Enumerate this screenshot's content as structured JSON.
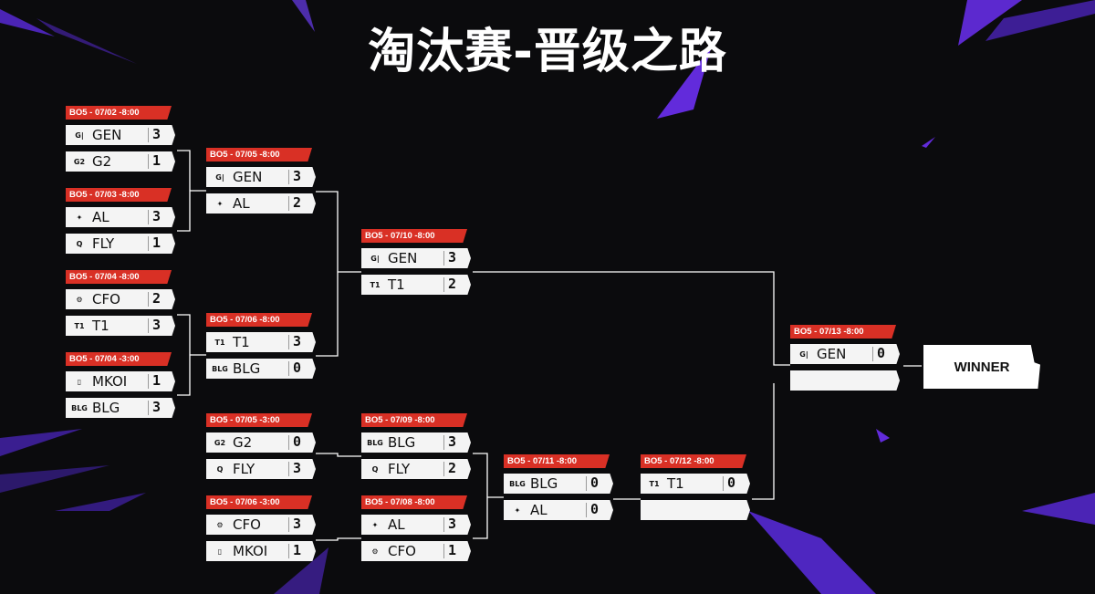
{
  "title": "淘汰赛-晋级之路",
  "winner_label": "WINNER",
  "colors": {
    "accent": "#d93025",
    "background": "#0b0b0d",
    "streak": "#5b2be0"
  },
  "matches": [
    {
      "id": "r1m1",
      "label": "BO5 - 07/02 -8:00",
      "teams": [
        {
          "name": "GEN",
          "score": "3",
          "logo": "gen-logo-icon"
        },
        {
          "name": "G2",
          "score": "1",
          "logo": "g2-logo-icon"
        }
      ]
    },
    {
      "id": "r1m2",
      "label": "BO5 - 07/03 -8:00",
      "teams": [
        {
          "name": "AL",
          "score": "3",
          "logo": "al-logo-icon"
        },
        {
          "name": "FLY",
          "score": "1",
          "logo": "fly-logo-icon"
        }
      ]
    },
    {
      "id": "r1m3",
      "label": "BO5 - 07/04 -8:00",
      "teams": [
        {
          "name": "CFO",
          "score": "2",
          "logo": "cfo-logo-icon"
        },
        {
          "name": "T1",
          "score": "3",
          "logo": "t1-logo-icon"
        }
      ]
    },
    {
      "id": "r1m4",
      "label": "BO5 - 07/04 -3:00",
      "teams": [
        {
          "name": "MKOI",
          "score": "1",
          "logo": "mkoi-logo-icon"
        },
        {
          "name": "BLG",
          "score": "3",
          "logo": "blg-logo-icon"
        }
      ]
    },
    {
      "id": "r2m1",
      "label": "BO5 - 07/05 -8:00",
      "teams": [
        {
          "name": "GEN",
          "score": "3",
          "logo": "gen-logo-icon"
        },
        {
          "name": "AL",
          "score": "2",
          "logo": "al-logo-icon"
        }
      ]
    },
    {
      "id": "r2m2",
      "label": "BO5 - 07/06 -8:00",
      "teams": [
        {
          "name": "T1",
          "score": "3",
          "logo": "t1-logo-icon"
        },
        {
          "name": "BLG",
          "score": "0",
          "logo": "blg-logo-icon"
        }
      ]
    },
    {
      "id": "r3m1",
      "label": "BO5 - 07/10 -8:00",
      "teams": [
        {
          "name": "GEN",
          "score": "3",
          "logo": "gen-logo-icon"
        },
        {
          "name": "T1",
          "score": "2",
          "logo": "t1-logo-icon"
        }
      ]
    },
    {
      "id": "lb1m1",
      "label": "BO5 - 07/05 -3:00",
      "teams": [
        {
          "name": "G2",
          "score": "0",
          "logo": "g2-logo-icon"
        },
        {
          "name": "FLY",
          "score": "3",
          "logo": "fly-logo-icon"
        }
      ]
    },
    {
      "id": "lb1m2",
      "label": "BO5 - 07/06 -3:00",
      "teams": [
        {
          "name": "CFO",
          "score": "3",
          "logo": "cfo-logo-icon"
        },
        {
          "name": "MKOI",
          "score": "1",
          "logo": "mkoi-logo-icon"
        }
      ]
    },
    {
      "id": "lb2m1",
      "label": "BO5 - 07/09 -8:00",
      "teams": [
        {
          "name": "BLG",
          "score": "3",
          "logo": "blg-logo-icon"
        },
        {
          "name": "FLY",
          "score": "2",
          "logo": "fly-logo-icon"
        }
      ]
    },
    {
      "id": "lb2m2",
      "label": "BO5 - 07/08 -8:00",
      "teams": [
        {
          "name": "AL",
          "score": "3",
          "logo": "al-logo-icon"
        },
        {
          "name": "CFO",
          "score": "1",
          "logo": "cfo-logo-icon"
        }
      ]
    },
    {
      "id": "lb3m1",
      "label": "BO5 - 07/11 -8:00",
      "teams": [
        {
          "name": "BLG",
          "score": "0",
          "logo": "blg-logo-icon"
        },
        {
          "name": "AL",
          "score": "0",
          "logo": "al-logo-icon"
        }
      ]
    },
    {
      "id": "lb4m1",
      "label": "BO5 - 07/12 -8:00",
      "teams": [
        {
          "name": "T1",
          "score": "0",
          "logo": "t1-logo-icon"
        },
        {
          "name": "",
          "score": "",
          "logo": ""
        }
      ]
    },
    {
      "id": "final",
      "label": "BO5 - 07/13 -8:00",
      "teams": [
        {
          "name": "GEN",
          "score": "0",
          "logo": "gen-logo-icon"
        },
        {
          "name": "",
          "score": "",
          "logo": ""
        }
      ]
    }
  ]
}
